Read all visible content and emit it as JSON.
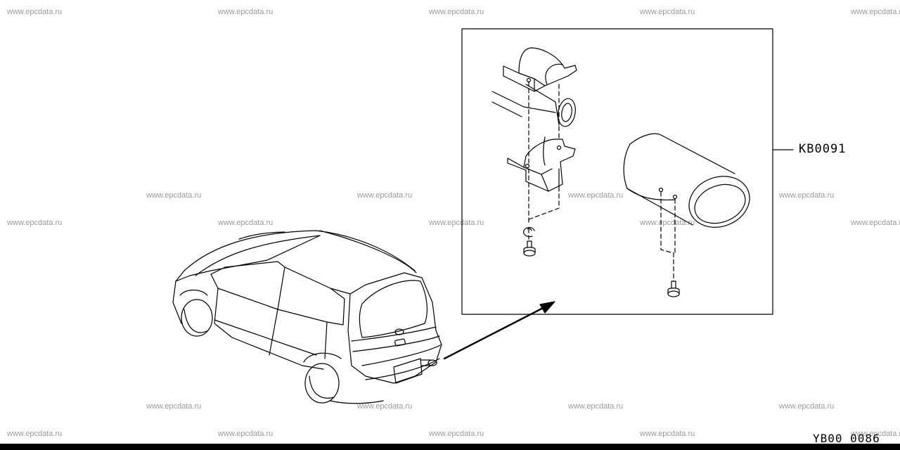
{
  "watermark_text": "www.epcdata.ru",
  "callout_label": "KB0091",
  "diagram_code": "YB00 0086"
}
